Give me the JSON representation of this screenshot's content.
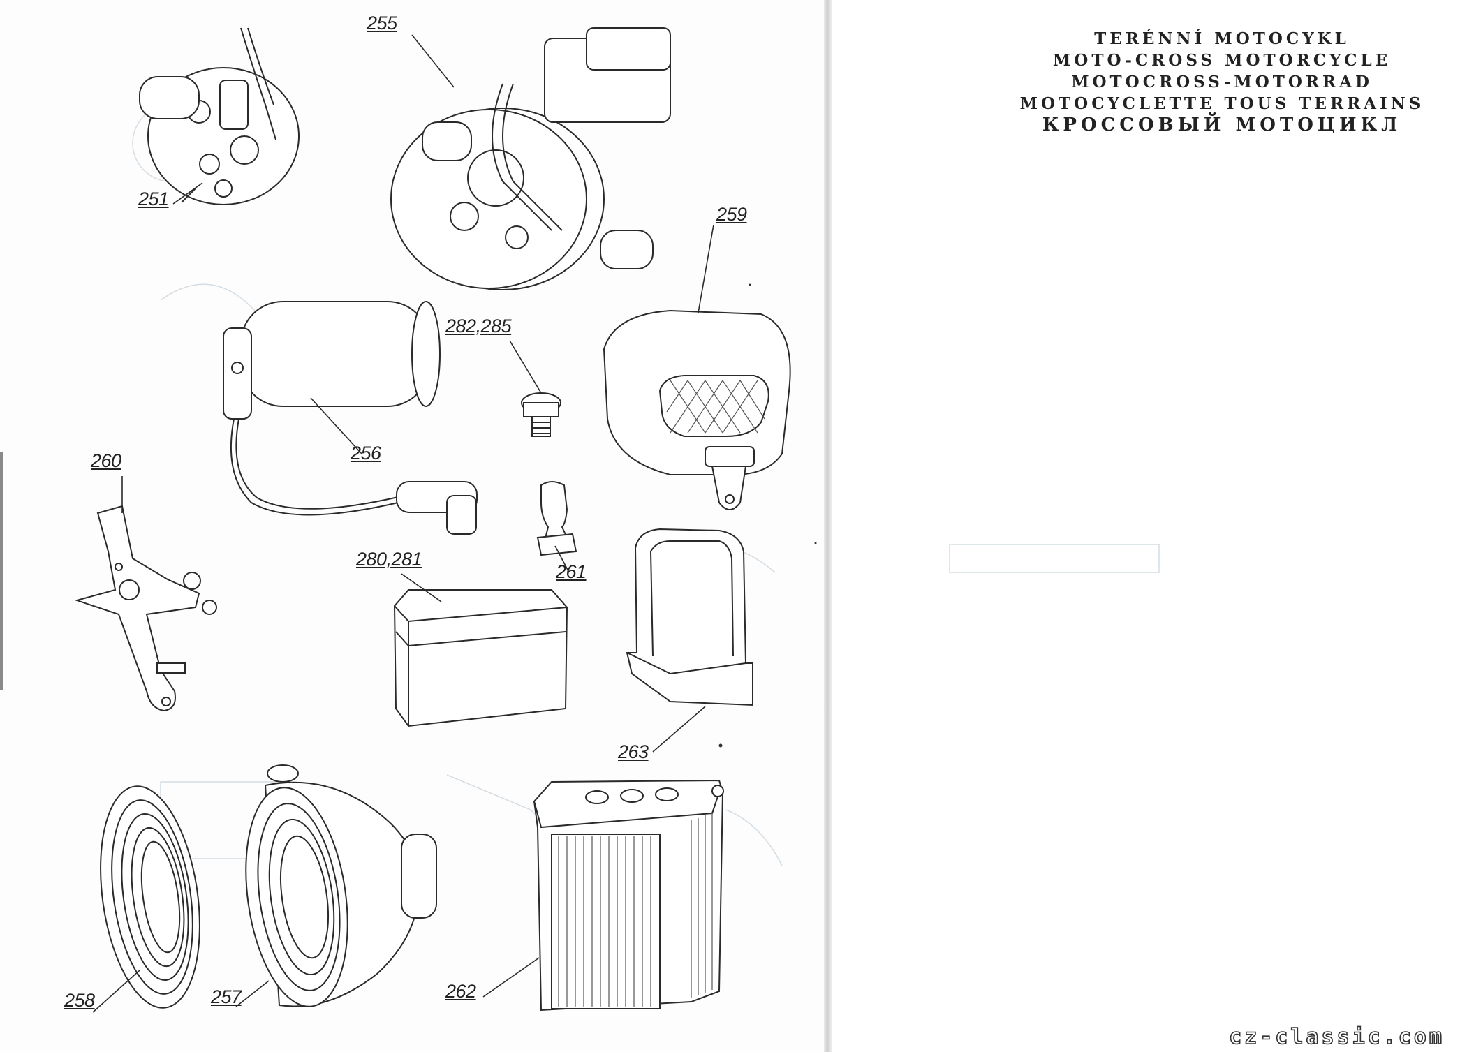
{
  "titles": [
    "TERÉNNÍ MOTOCYKL",
    "MOTO-CROSS MOTORCYCLE",
    "MOTOCROSS-MOTORRAD",
    "MOTOCYCLETTE TOUS TERRAINS",
    "КРОССОВЫЙ МОТОЦИКЛ"
  ],
  "callouts": {
    "c251": "251",
    "c255": "255",
    "c259": "259",
    "c282": "282,285",
    "c256": "256",
    "c260": "260",
    "c261": "261",
    "c280": "280,281",
    "c263": "263",
    "c258": "258",
    "c257": "257",
    "c262": "262"
  },
  "watermark": "cz-classic.com"
}
